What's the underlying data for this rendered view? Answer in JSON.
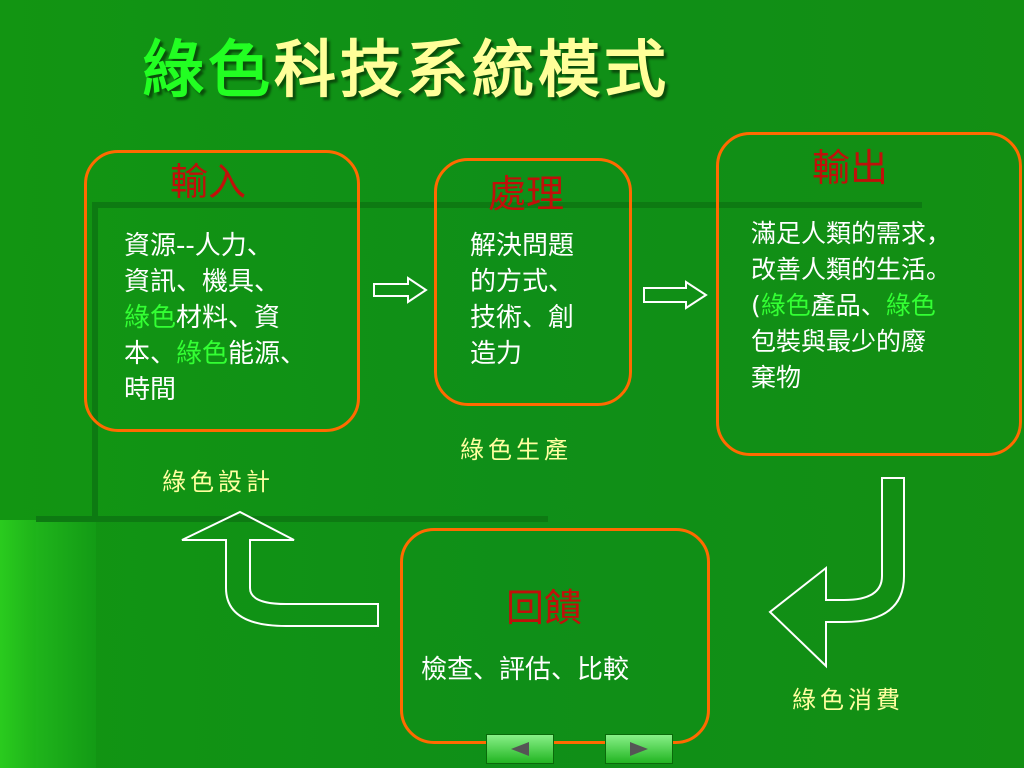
{
  "slide": {
    "title_highlight": "綠色",
    "title_rest": "科技系統模式",
    "input": {
      "heading": "輸入",
      "line1": "資源--人力、",
      "line2": "資訊、機具、",
      "line3_green": "綠色",
      "line3_rest": "材料、資",
      "line4_a": "本、",
      "line4_green": "綠色",
      "line4_b": "能源、",
      "line5": "時間"
    },
    "process": {
      "heading": "處理",
      "line1": "解決問題",
      "line2": "的方式、",
      "line3": "技術、創",
      "line4": "造力"
    },
    "output": {
      "heading": "輸出",
      "line1": "滿足人類的需求，",
      "line2": "改善人類的生活。",
      "line3_a": "(",
      "line3_green1": "綠色",
      "line3_b": "產品、",
      "line3_green2": "綠色",
      "line4": "包裝與最少的廢",
      "line5": "棄物"
    },
    "feedback": {
      "heading": "回饋",
      "body": "檢查、評估、比較"
    },
    "captions": {
      "design": "綠色設計",
      "production": "綠色生產",
      "consumption": "綠色消費"
    }
  },
  "colors": {
    "background": "#129512",
    "title": "#ffff99",
    "title_highlight": "#22ff22",
    "box_border": "#ff6a00",
    "heading": "#c0100a",
    "body_text": "#ffffff",
    "green_text": "#33ff33",
    "caption": "#ffffa0"
  },
  "icons": {
    "prev": "triangle-left-icon",
    "next": "triangle-right-icon"
  }
}
